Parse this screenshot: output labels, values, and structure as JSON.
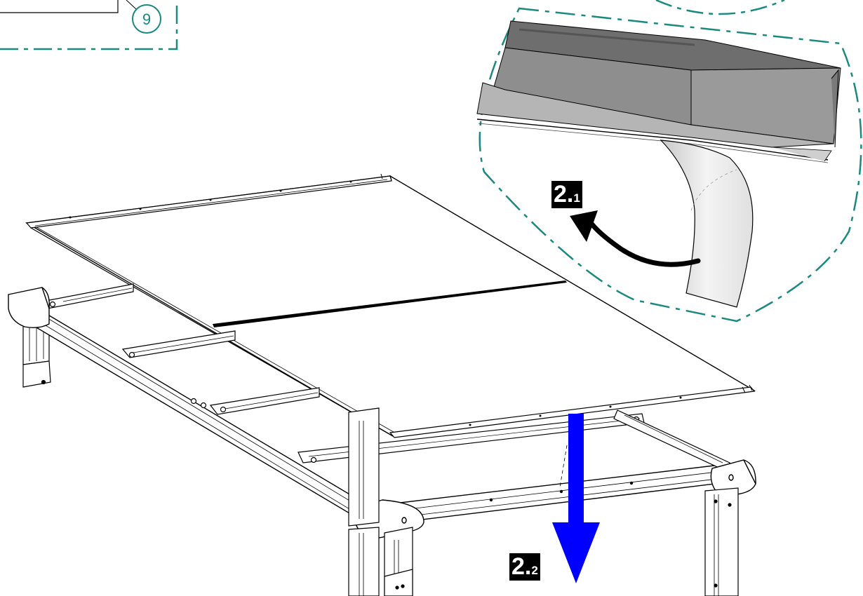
{
  "callout": {
    "number": "9"
  },
  "steps": [
    {
      "id": "2-1",
      "major": "2.",
      "minor": "1"
    },
    {
      "id": "2-2",
      "major": "2.",
      "minor": "2"
    }
  ],
  "colors": {
    "detail_outline": "#1a8a80",
    "push_arrow": "#0000ff",
    "line": "#000000",
    "gray_dark": "#6e6e6e",
    "gray_mid": "#8e8e8e",
    "gray_light": "#b5b5b5"
  },
  "icons": {
    "peel_arrow": "curved-arrow-icon",
    "push_arrow": "down-arrow-icon"
  }
}
